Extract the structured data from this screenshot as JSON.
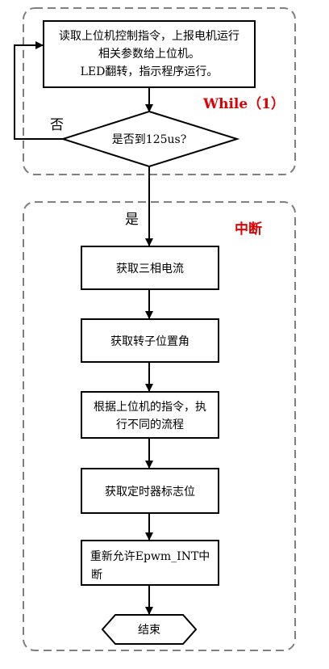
{
  "while_region": {
    "label": "While（1）",
    "box_text": [
      "读取上位机控制指令，上报电机运行",
      "相关参数给上位机。",
      "LED翻转，指示程序运行。"
    ],
    "decision": "是否到125us?",
    "no_label": "否"
  },
  "interrupt_region": {
    "label": "中断",
    "yes_label": "是",
    "steps": [
      [
        "获取三相电流"
      ],
      [
        "获取转子位置角"
      ],
      [
        "根据上位机的指令，执",
        "行不同的流程"
      ],
      [
        "获取定时器标志位"
      ],
      [
        "重新允许Epwm_INT中",
        "断"
      ]
    ],
    "end": "结束"
  },
  "colors": {
    "line": "#000000",
    "region_border": "#7f7f7f",
    "accent": "#e00000"
  }
}
